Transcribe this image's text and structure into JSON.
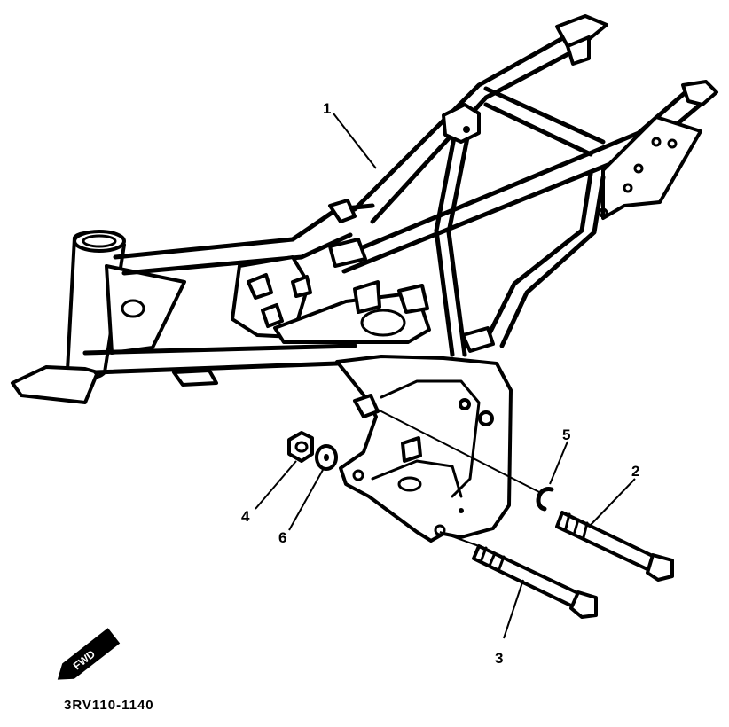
{
  "diagram": {
    "part_number": "3RV110-1140",
    "fwd_label": "FWD",
    "callouts": [
      {
        "id": "1",
        "text": "1"
      },
      {
        "id": "2",
        "text": "2"
      },
      {
        "id": "3",
        "text": "3"
      },
      {
        "id": "4",
        "text": "4"
      },
      {
        "id": "5",
        "text": "5"
      },
      {
        "id": "6",
        "text": "6"
      }
    ]
  }
}
